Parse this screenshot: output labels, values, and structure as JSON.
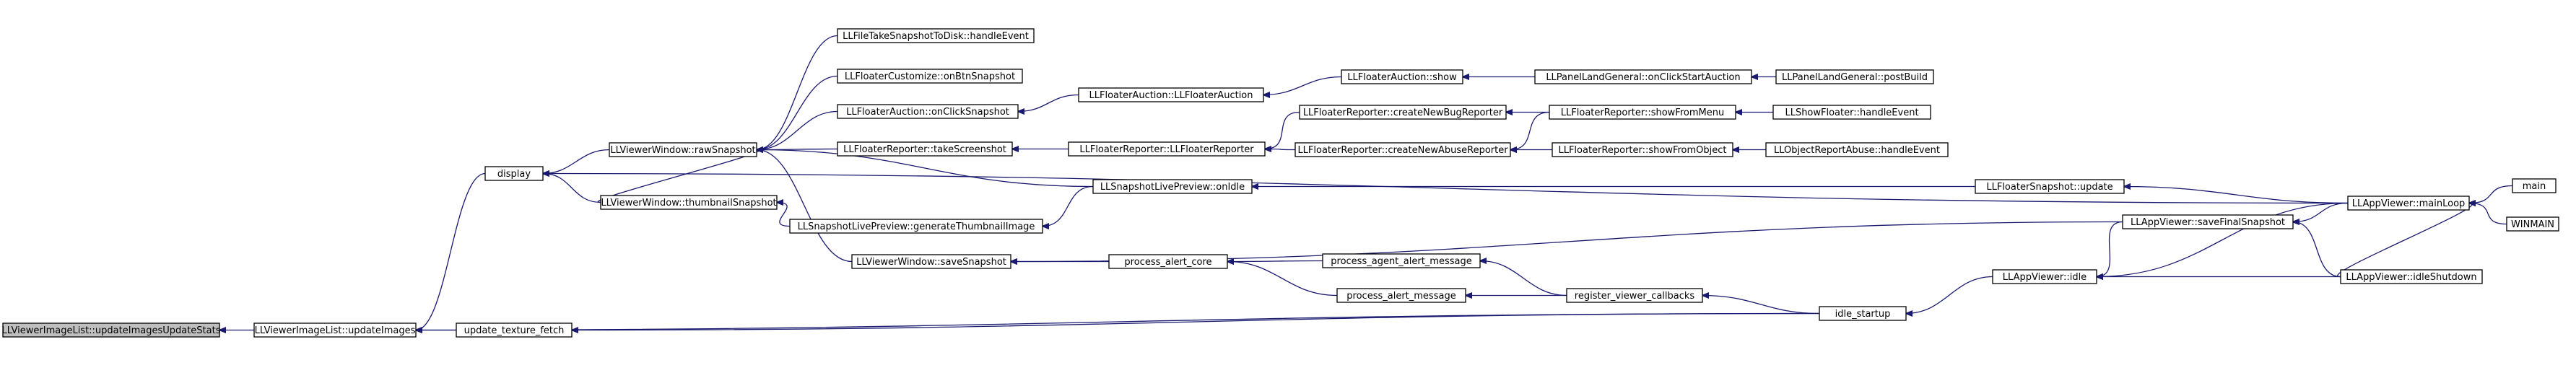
{
  "nodes": [
    {
      "id": "n1",
      "label": "LLViewerImageList::updateImagesUpdateStats"
    },
    {
      "id": "n2",
      "label": "LLViewerImageList::updateImages"
    },
    {
      "id": "n3",
      "label": "display"
    },
    {
      "id": "n4",
      "label": "update_texture_fetch"
    },
    {
      "id": "n5",
      "label": "LLViewerWindow::rawSnapshot"
    },
    {
      "id": "n6",
      "label": "LLViewerWindow::thumbnailSnapshot"
    },
    {
      "id": "n7",
      "label": "LLFileTakeSnapshotToDisk::handleEvent"
    },
    {
      "id": "n8",
      "label": "LLFloaterCustomize::onBtnSnapshot"
    },
    {
      "id": "n9",
      "label": "LLFloaterAuction::onClickSnapshot"
    },
    {
      "id": "n10",
      "label": "LLFloaterReporter::takeScreenshot"
    },
    {
      "id": "n11",
      "label": "LLSnapshotLivePreview::generateThumbnailImage"
    },
    {
      "id": "n12",
      "label": "LLViewerWindow::saveSnapshot"
    },
    {
      "id": "n13",
      "label": "LLFloaterAuction::LLFloaterAuction"
    },
    {
      "id": "n14",
      "label": "LLFloaterReporter::LLFloaterReporter"
    },
    {
      "id": "n15",
      "label": "LLSnapshotLivePreview::onIdle"
    },
    {
      "id": "n16",
      "label": "process_alert_core"
    },
    {
      "id": "n17",
      "label": "LLFloaterAuction::show"
    },
    {
      "id": "n18",
      "label": "LLFloaterReporter::createNewBugReporter"
    },
    {
      "id": "n19",
      "label": "LLFloaterReporter::createNewAbuseReporter"
    },
    {
      "id": "n20",
      "label": "process_agent_alert_message"
    },
    {
      "id": "n21",
      "label": "process_alert_message"
    },
    {
      "id": "n22",
      "label": "LLPanelLandGeneral::onClickStartAuction"
    },
    {
      "id": "n23",
      "label": "LLFloaterReporter::showFromMenu"
    },
    {
      "id": "n24",
      "label": "LLFloaterReporter::showFromObject"
    },
    {
      "id": "n25",
      "label": "register_viewer_callbacks"
    },
    {
      "id": "n26",
      "label": "LLPanelLandGeneral::postBuild"
    },
    {
      "id": "n27",
      "label": "LLShowFloater::handleEvent"
    },
    {
      "id": "n28",
      "label": "LLObjectReportAbuse::handleEvent"
    },
    {
      "id": "n29",
      "label": "idle_startup"
    },
    {
      "id": "n30",
      "label": "LLFloaterSnapshot::update"
    },
    {
      "id": "n31",
      "label": "LLAppViewer::idle"
    },
    {
      "id": "n32",
      "label": "LLAppViewer::saveFinalSnapshot"
    },
    {
      "id": "n33",
      "label": "LLAppViewer::mainLoop"
    },
    {
      "id": "n34",
      "label": "LLAppViewer::idleShutdown"
    },
    {
      "id": "n35",
      "label": "main"
    },
    {
      "id": "n36",
      "label": "WINMAIN"
    }
  ],
  "edges": [
    [
      "n2",
      "n1"
    ],
    [
      "n3",
      "n2"
    ],
    [
      "n4",
      "n2"
    ],
    [
      "n29",
      "n2"
    ],
    [
      "n5",
      "n3"
    ],
    [
      "n6",
      "n3"
    ],
    [
      "n33",
      "n3"
    ],
    [
      "n29",
      "n4"
    ],
    [
      "n6",
      "n5"
    ],
    [
      "n7",
      "n5"
    ],
    [
      "n8",
      "n5"
    ],
    [
      "n9",
      "n5"
    ],
    [
      "n10",
      "n5"
    ],
    [
      "n12",
      "n5"
    ],
    [
      "n15",
      "n5"
    ],
    [
      "n11",
      "n6"
    ],
    [
      "n13",
      "n9"
    ],
    [
      "n14",
      "n10"
    ],
    [
      "n15",
      "n11"
    ],
    [
      "n16",
      "n12"
    ],
    [
      "n32",
      "n12"
    ],
    [
      "n17",
      "n13"
    ],
    [
      "n18",
      "n14"
    ],
    [
      "n19",
      "n14"
    ],
    [
      "n30",
      "n15"
    ],
    [
      "n20",
      "n16"
    ],
    [
      "n21",
      "n16"
    ],
    [
      "n22",
      "n17"
    ],
    [
      "n23",
      "n18"
    ],
    [
      "n23",
      "n19"
    ],
    [
      "n24",
      "n19"
    ],
    [
      "n25",
      "n20"
    ],
    [
      "n25",
      "n21"
    ],
    [
      "n26",
      "n22"
    ],
    [
      "n27",
      "n23"
    ],
    [
      "n28",
      "n24"
    ],
    [
      "n29",
      "n25"
    ],
    [
      "n31",
      "n29"
    ],
    [
      "n33",
      "n30"
    ],
    [
      "n32",
      "n31"
    ],
    [
      "n34",
      "n31"
    ],
    [
      "n33",
      "n31"
    ],
    [
      "n33",
      "n32"
    ],
    [
      "n34",
      "n32"
    ],
    [
      "n34",
      "n33"
    ],
    [
      "n35",
      "n33"
    ],
    [
      "n36",
      "n33"
    ]
  ]
}
